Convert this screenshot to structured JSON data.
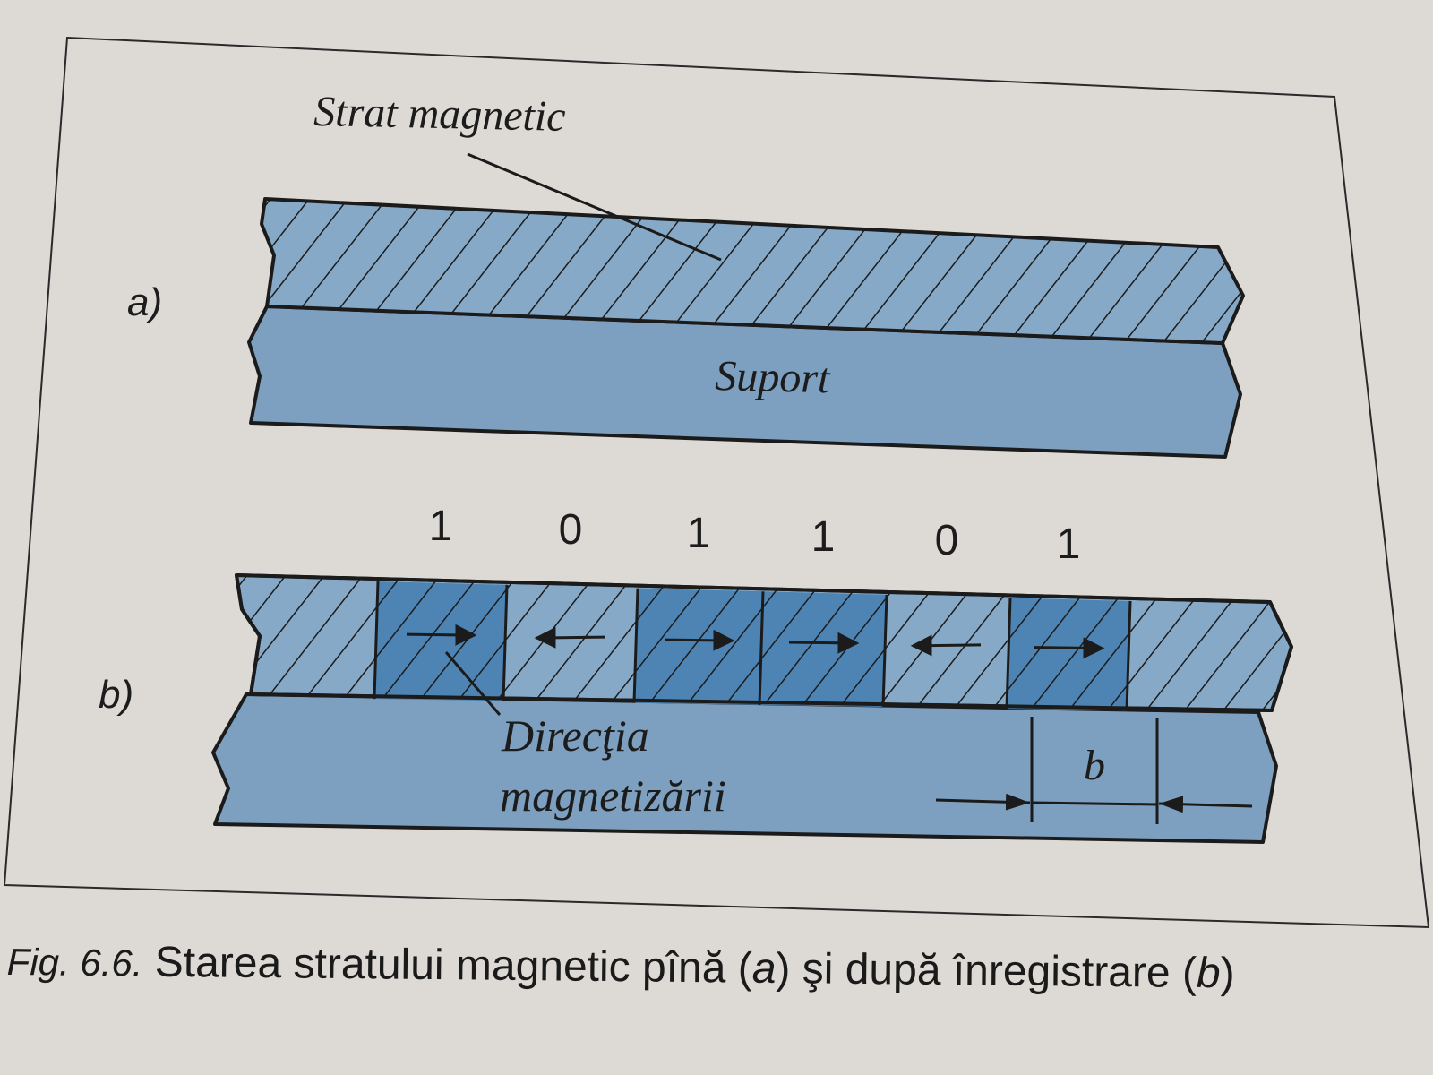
{
  "labels": {
    "strat_magnetic": "Strat magnetic",
    "suport": "Suport",
    "part_a": "a)",
    "part_b": "b)",
    "directia_line1": "Direcţia",
    "directia_line2": "magnetizării",
    "bit_width": "b"
  },
  "bits": [
    "1",
    "0",
    "1",
    "1",
    "0",
    "1"
  ],
  "caption": {
    "prefix": "Fig. 6.6.",
    "text1": " Starea stratului magnetic pînă (",
    "a": "a",
    "text2": ") şi după înregistrare (",
    "b": "b",
    "text3": ")"
  },
  "colors": {
    "background": "#dddad6",
    "substrate": "#7ea0c0",
    "magnetic_layer": "#86a9c7",
    "magnetized_region": "#4d84b3",
    "outline": "#1b1b1b"
  }
}
